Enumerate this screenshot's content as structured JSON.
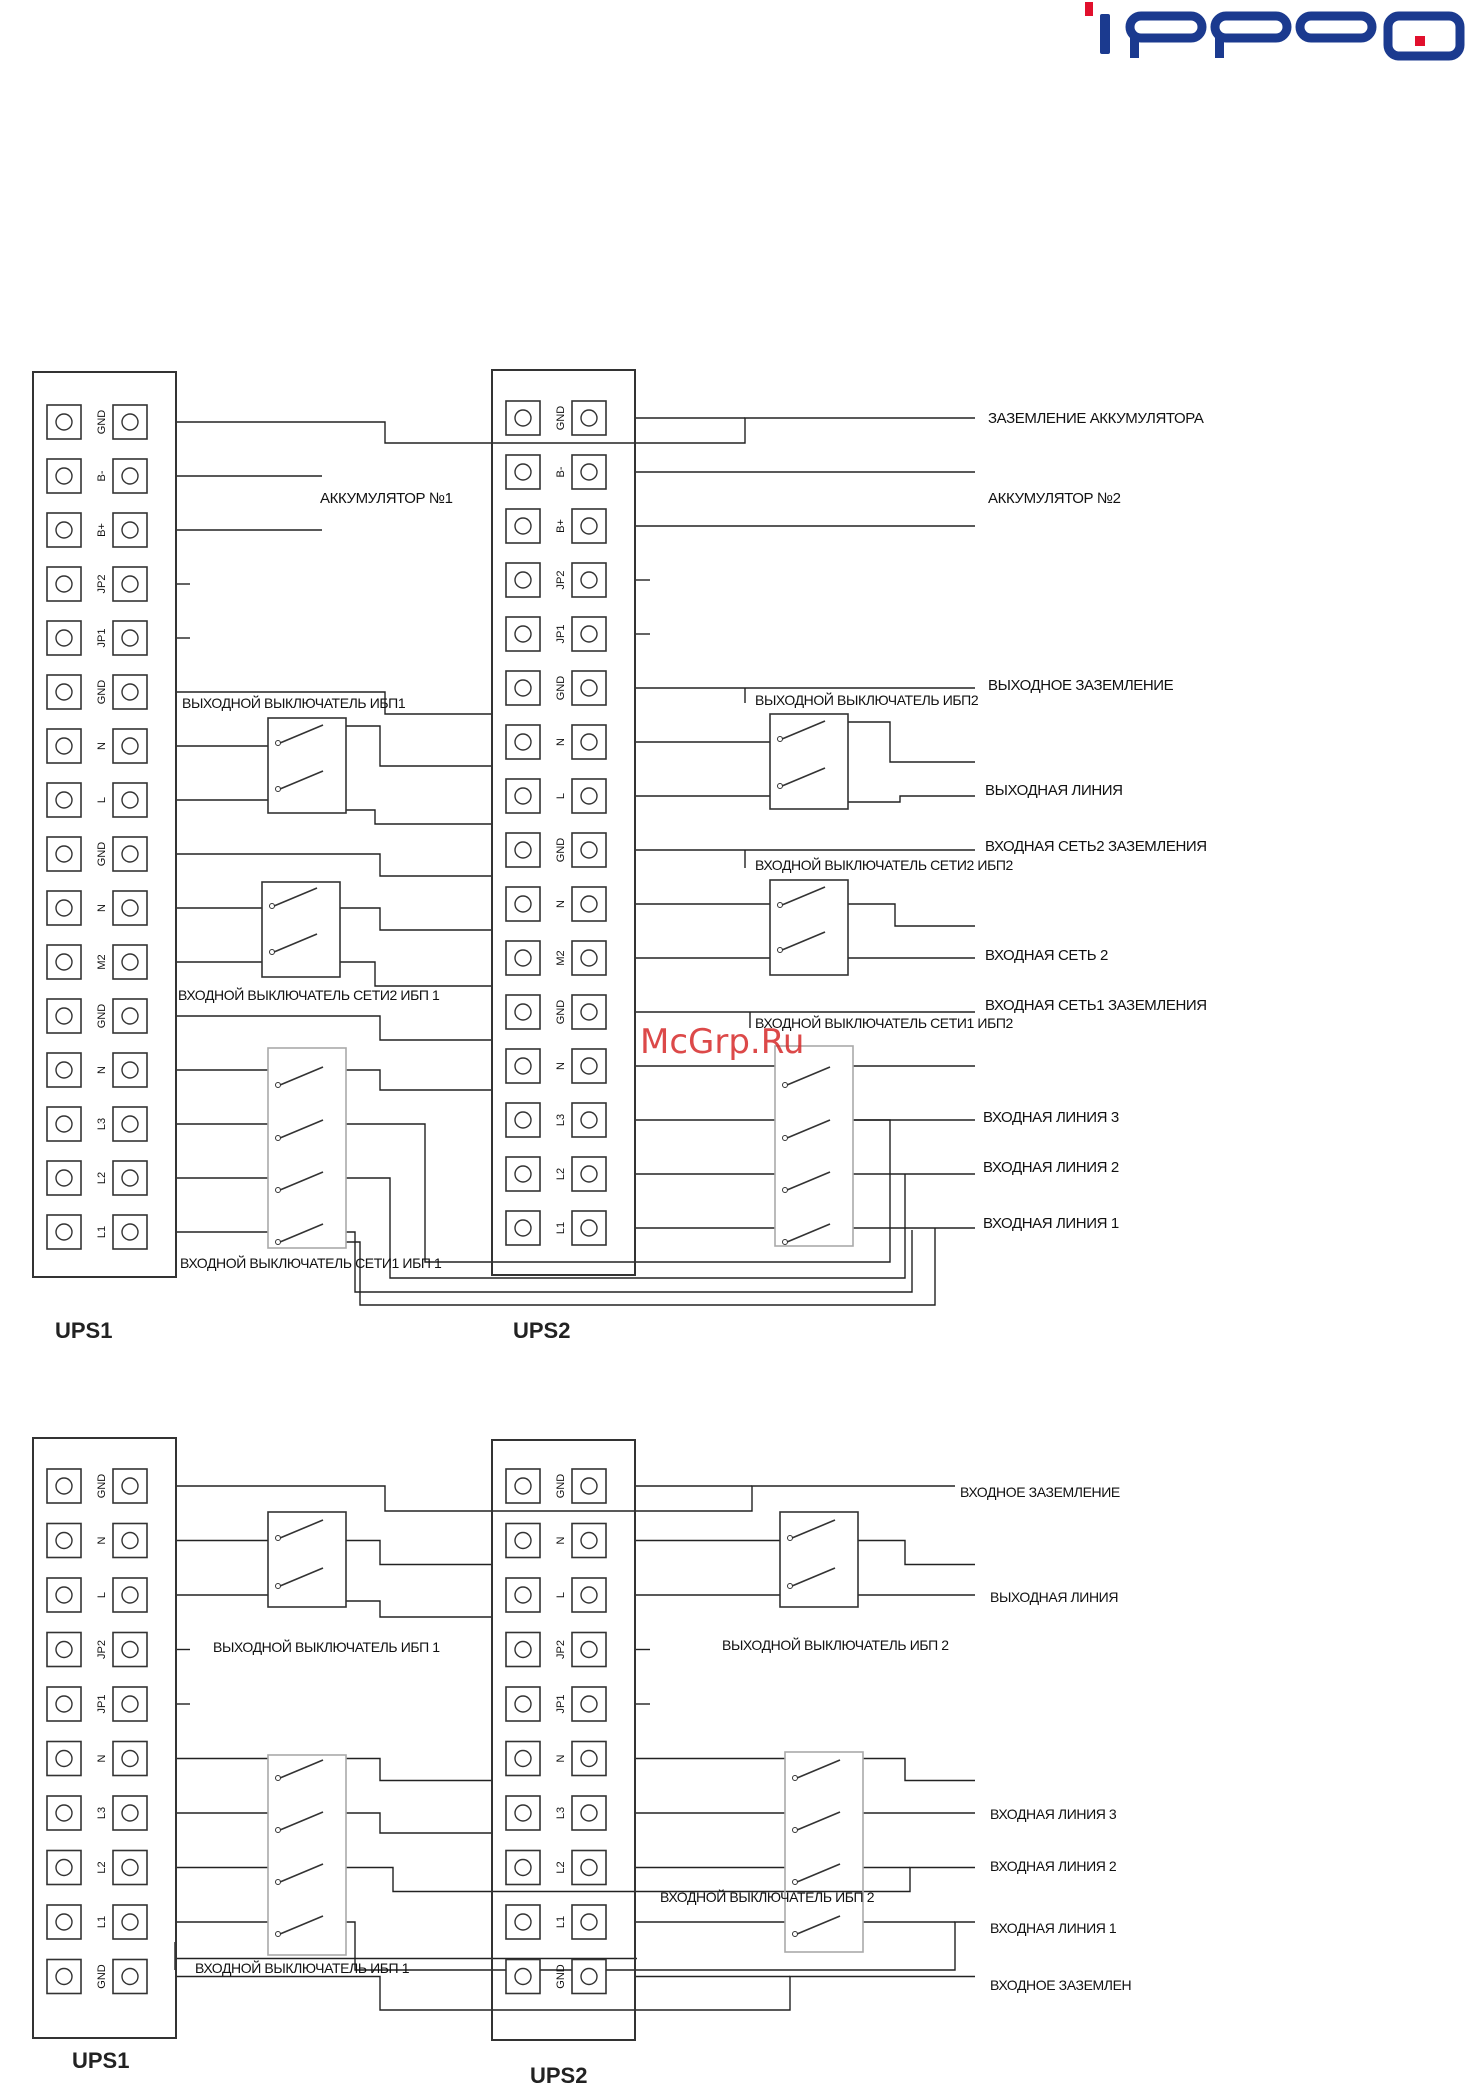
{
  "brand": {
    "logo_text": "IPPON",
    "accent": "#1b3a8f",
    "dot": "#e1102d"
  },
  "watermark": "McGrp.Ru",
  "upper": {
    "ups1_label": "UPS1",
    "ups2_label": "UPS2",
    "pins": [
      "GND",
      "B-",
      "B+",
      "JP2",
      "JP1",
      "GND",
      "N",
      "L",
      "GND",
      "N",
      "M2",
      "GND",
      "N",
      "L3",
      "L2",
      "L1"
    ],
    "labels": {
      "battery1": "АККУМУЛЯТОР №1",
      "battery_ground": "ЗАЗЕМЛЕНИЕ АККУМУЛЯТОРА",
      "battery2": "АККУМУЛЯТОР №2",
      "out_ground": "ВЫХОДНОЕ ЗАЗЕМЛЕНИЕ",
      "out_switch_1": "ВЫХОДНОЙ ВЫКЛЮЧАТЕЛЬ ИБП1",
      "out_switch_2": "ВЫХОДНОЙ ВЫКЛЮЧАТЕЛЬ ИБП2",
      "out_line": "ВЫХОДНАЯ ЛИНИЯ",
      "in_net2_ground": "ВХОДНАЯ СЕТЬ2 ЗАЗЕМЛЕНИЯ",
      "in_net2_switch_2": "ВХОДНОЙ ВЫКЛЮЧАТЕЛЬ СЕТИ2 ИБП2",
      "in_net2": "ВХОДНАЯ СЕТЬ 2",
      "in_net2_switch_1": "ВХОДНОЙ ВЫКЛЮЧАТЕЛЬ СЕТИ2 ИБП 1",
      "in_net1_ground": "ВХОДНАЯ СЕТЬ1 ЗАЗЕМЛЕНИЯ",
      "in_net1_switch_2": "ВХОДНОЙ ВЫКЛЮЧАТЕЛЬ СЕТИ1 ИБП2",
      "in_line3": "ВХОДНАЯ ЛИНИЯ 3",
      "in_line2": "ВХОДНАЯ ЛИНИЯ 2",
      "in_line1": "ВХОДНАЯ ЛИНИЯ 1",
      "in_net1_switch_1": "ВХОДНОЙ ВЫКЛЮЧАТЕЛЬ СЕТИ1 ИБП 1"
    }
  },
  "lower": {
    "ups1_label": "UPS1",
    "ups2_label": "UPS2",
    "pins": [
      "GND",
      "N",
      "L",
      "JP2",
      "JP1",
      "N",
      "L3",
      "L2",
      "L1",
      "GND"
    ],
    "labels": {
      "in_ground": "ВХОДНОЕ ЗАЗЕМЛЕНИЕ",
      "out_line": "ВЫХОДНАЯ ЛИНИЯ",
      "out_switch_1": "ВЫХОДНОЙ ВЫКЛЮЧАТЕЛЬ ИБП 1",
      "out_switch_2": "ВЫХОДНОЙ ВЫКЛЮЧАТЕЛЬ ИБП 2",
      "in_line3": "ВХОДНАЯ ЛИНИЯ 3",
      "in_line2": "ВХОДНАЯ ЛИНИЯ 2",
      "in_switch_2": "ВХОДНОЙ ВЫКЛЮЧАТЕЛЬ ИБП 2",
      "in_line1": "ВХОДНАЯ ЛИНИЯ 1",
      "in_switch_1": "ВХОДНОЙ ВЫКЛЮЧАТЕЛЬ ИБП 1",
      "in_ground_2": "ВХОДНОЕ ЗАЗЕМЛЕН"
    }
  }
}
